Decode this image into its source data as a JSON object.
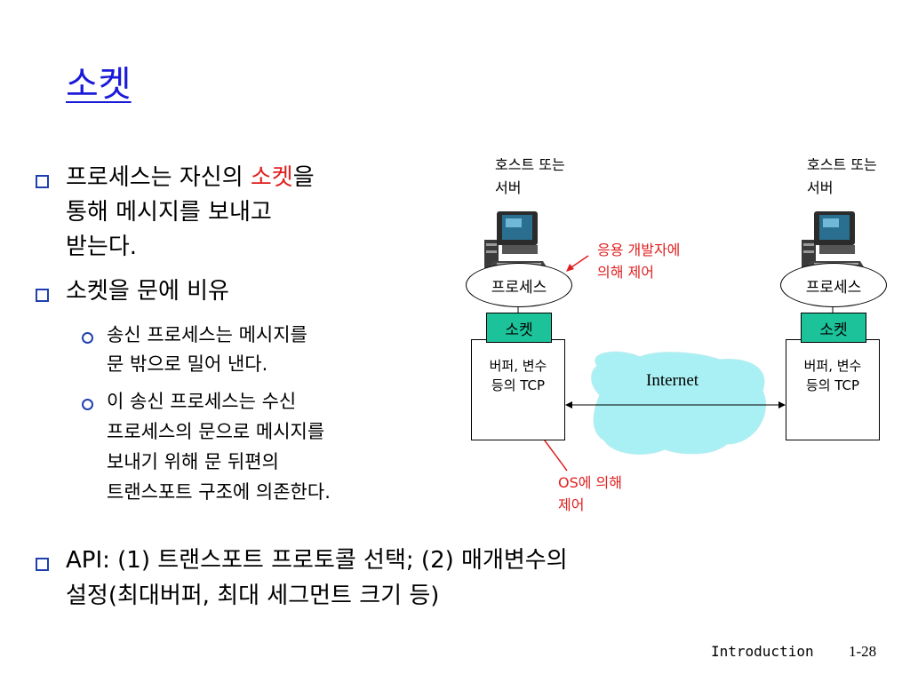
{
  "title": "소켓",
  "bullets": {
    "b1_prefix": "프로세스는 자신의 ",
    "b1_highlight": "소켓",
    "b1_suffix": "을",
    "b1_line2": "통해 메시지를 보내고",
    "b1_line3": "받는다.",
    "b2": "소켓을 문에 비유",
    "sub1_line1": "송신 프로세스는 메시지를",
    "sub1_line2": "문 밖으로 밀어 낸다.",
    "sub2_line1": "이 송신 프로세스는 수신",
    "sub2_line2": "프로세스의 문으로 메시지를",
    "sub2_line3": "보내기 위해 문 뒤편의",
    "sub2_line4": "트랜스포트 구조에 의존한다.",
    "api_line1": "API: (1) 트랜스포트 프로토콜 선택; (2) 매개변수의",
    "api_line2": "설정(최대버퍼, 최대 세그먼트 크기 등)"
  },
  "diagram": {
    "left_host_line1": "호스트 또는",
    "left_host_line2": "서버",
    "right_host_line1": "호스트 또는",
    "right_host_line2": "서버",
    "left_process": "프로세스",
    "right_process": "프로세스",
    "left_socket": "소켓",
    "right_socket": "소켓",
    "left_buffer_line1": "버퍼, 변수",
    "left_buffer_line2": "등의 TCP",
    "right_buffer_line1": "버퍼, 변수",
    "right_buffer_line2": "등의 TCP",
    "internet": "Internet",
    "app_dev_line1": "응용 개발자에",
    "app_dev_line2": "의해 제어",
    "os_line1": "OS에 의해",
    "os_line2": "제어"
  },
  "footer": {
    "section": "Introduction",
    "page": "1-28"
  },
  "colors": {
    "title": "#1a1ad9",
    "highlight": "#e02020",
    "socket": "#1cc29a",
    "cloud": "#a9f0f4",
    "bullet": "#1f3fb0"
  }
}
